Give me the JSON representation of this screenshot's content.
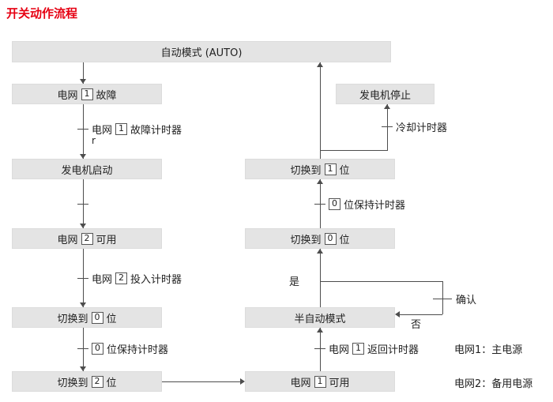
{
  "title": "开关动作流程",
  "colors": {
    "accent_red": "#e60012",
    "box_bg": "#e4e4e4",
    "line": "#4d4d4d",
    "text": "#222222"
  },
  "boxes": {
    "auto_mode": {
      "text": "自动模式 (AUTO)"
    },
    "grid1_fault": {
      "pre": "电网",
      "digit": "1",
      "post": "故障"
    },
    "gen_start": {
      "text": "发电机启动"
    },
    "grid2_avail": {
      "pre": "电网",
      "digit": "2",
      "post": "可用"
    },
    "switch_to_0_left": {
      "pre": "切换到",
      "digit": "0",
      "post": "位"
    },
    "switch_to_2": {
      "pre": "切换到",
      "digit": "2",
      "post": "位"
    },
    "gen_stop": {
      "text": "发电机停止"
    },
    "switch_to_1": {
      "pre": "切换到",
      "digit": "1",
      "post": "位"
    },
    "switch_to_0_right": {
      "pre": "切换到",
      "digit": "0",
      "post": "位"
    },
    "semi_auto": {
      "text": "半自动模式"
    },
    "grid1_avail": {
      "pre": "电网",
      "digit": "1",
      "post": "可用"
    }
  },
  "timers": {
    "grid1_fault_timer": {
      "pre": "电网",
      "digit": "1",
      "post": "故障计时器"
    },
    "stray_char": "r",
    "grid2_close_timer": {
      "pre": "电网",
      "digit": "2",
      "post": "投入计时器"
    },
    "pos0_hold_timer_left": {
      "digit": "0",
      "post": "位保持计时器"
    },
    "cooling_timer": {
      "text": "冷却计时器"
    },
    "pos0_hold_timer_right": {
      "digit": "0",
      "post": "位保持计时器"
    },
    "grid1_return_timer": {
      "pre": "电网",
      "digit": "1",
      "post": "返回计时器"
    }
  },
  "decision": {
    "yes": "是",
    "no": "否",
    "confirm": "确认"
  },
  "legend": {
    "grid1": "电网1：主电源",
    "grid2": "电网2：备用电源"
  }
}
